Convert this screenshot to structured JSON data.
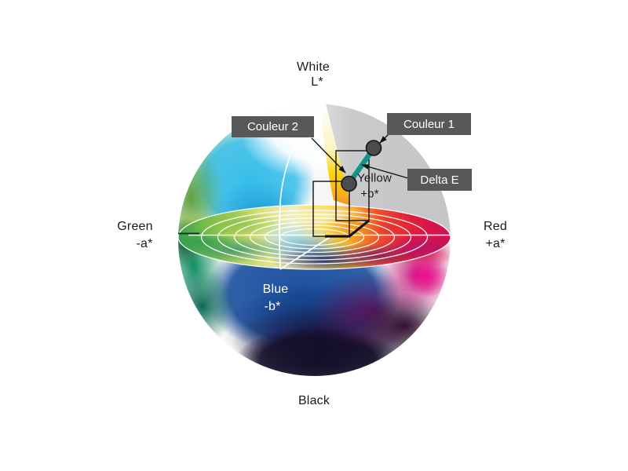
{
  "figure": {
    "title_context": "CIELAB color sphere diagram",
    "axis_labels": {
      "white": {
        "line1": "White",
        "line2": "L*"
      },
      "green": {
        "line1": "Green",
        "line2": "-a*"
      },
      "red": {
        "line1": "Red",
        "line2": "+a*"
      },
      "blue": {
        "line1": "Blue",
        "line2": "-b*"
      },
      "yellow": {
        "line1": "Yellow",
        "line2": "+b*"
      },
      "black": {
        "line1": "Black"
      }
    },
    "annotations": {
      "couleur1": "Couleur 1",
      "couleur2": "Couleur 2",
      "delta_e": "Delta E"
    },
    "colors": {
      "delta_line_teal": "#12948c",
      "point_fill_gray": "#4b4c4e",
      "callout_background": "#58585a",
      "callout_text": "#ffffff",
      "cut_face_gray": "#c7c8ca",
      "ring_lines": "#ffffff"
    }
  }
}
